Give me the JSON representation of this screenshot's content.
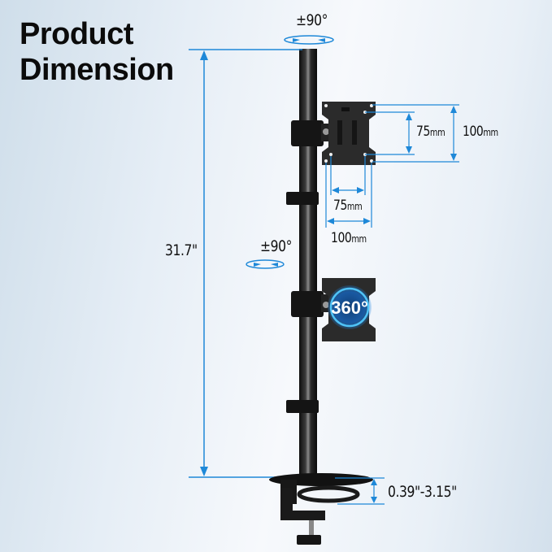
{
  "title": {
    "line1": "Product",
    "line2": "Dimension"
  },
  "colors": {
    "accent_blue": "#1e88d8",
    "text": "#111111",
    "metal": "#1a1a1a"
  },
  "annotations": {
    "top_rotation": "±90°",
    "mid_rotation": "±90°",
    "total_height": "31.7\"",
    "vesa_inner_vertical": {
      "value": "75",
      "unit": "mm"
    },
    "vesa_outer_vertical": {
      "value": "100",
      "unit": "mm"
    },
    "vesa_inner_horizontal": {
      "value": "75",
      "unit": "mm"
    },
    "vesa_outer_horizontal": {
      "value": "100",
      "unit": "mm"
    },
    "swivel_badge": "360°",
    "clamp_range": "0.39\"-3.15\""
  },
  "icons": [
    "rotation-arrow-icon",
    "dimension-arrow-icon",
    "rotation-360-badge-icon"
  ]
}
